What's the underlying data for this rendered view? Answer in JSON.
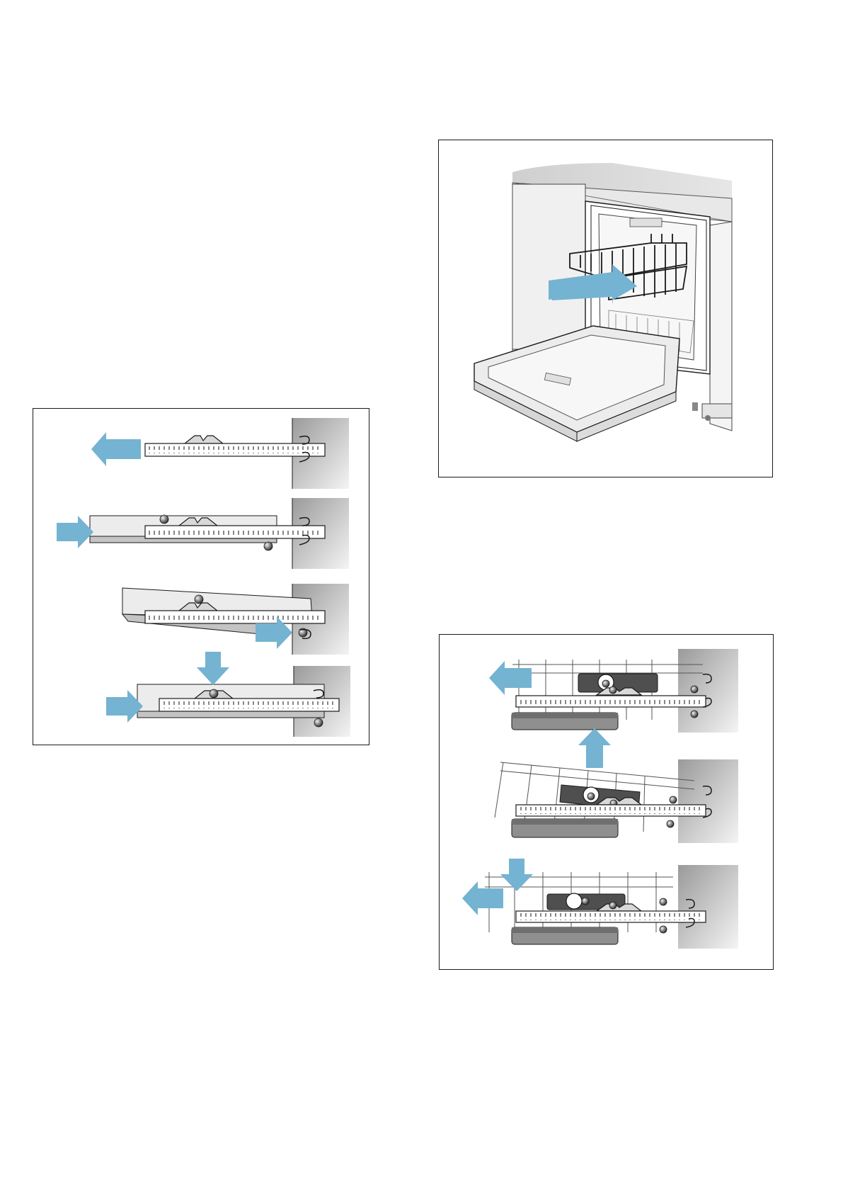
{
  "page": {
    "description_label": ""
  },
  "colors": {
    "arrow": "#74b3d1",
    "wall_dark": "#9a9a9a",
    "wall_light": "#f2f2f2",
    "rail_fill": "#ffffff",
    "rail_stroke": "#1a1a1a",
    "basket_fill": "#e4e4e4",
    "tray_shadow": "#c4c4c4",
    "bracket_dark": "#5b5b5b",
    "countertop": "#e2e2e2",
    "cabinet": "#eeeeee"
  },
  "icons": {
    "push_arrow": "arrow-icon",
    "roller": "roller-icon"
  },
  "figures": {
    "left": {
      "steps": [
        "pull-out",
        "insert",
        "tilt",
        "lock-down"
      ]
    },
    "top": {
      "subject": "dishwasher-upper-basket-removal"
    },
    "bottom": {
      "steps": [
        "pull-out",
        "lift",
        "push-down-and-out"
      ]
    }
  }
}
